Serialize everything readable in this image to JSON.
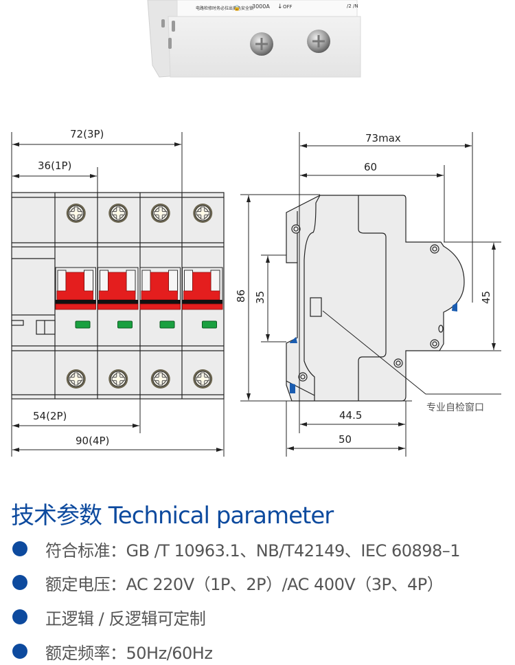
{
  "photo": {
    "warning_label": "电路检修时务必拉出黄色安全锁",
    "rating_text": "3000A",
    "off_label": "OFF",
    "terminal_labels": "/2 /N"
  },
  "drawing": {
    "front_view": {
      "dimensions": {
        "width_3p": "72(3P)",
        "width_1p": "36(1P)",
        "width_2p": "54(2P)",
        "width_4p": "90(4P)"
      },
      "poles": 4,
      "handle_color": "#e41e1e",
      "indicator_color": "#1aa040"
    },
    "side_view": {
      "dimensions": {
        "depth_max": "73max",
        "depth": "60",
        "height": "86",
        "rail": "35",
        "front_height": "45",
        "base_depth": "44.5",
        "base_total": "50"
      },
      "callout": "专业自检窗口",
      "clip_color": "#1a5cb0"
    }
  },
  "params": {
    "title": "技术参数 Technical parameter",
    "items": [
      {
        "text": "符合标准：GB /T 10963.1、NB/T42149、IEC 60898–1"
      },
      {
        "text": "额定电压：AC 220V（1P、2P）/AC 400V（3P、4P）"
      },
      {
        "text": "正逻辑 / 反逻辑可定制"
      },
      {
        "text": "额定频率：50Hz/60Hz"
      }
    ],
    "accent_color": "#0d4a9e"
  }
}
